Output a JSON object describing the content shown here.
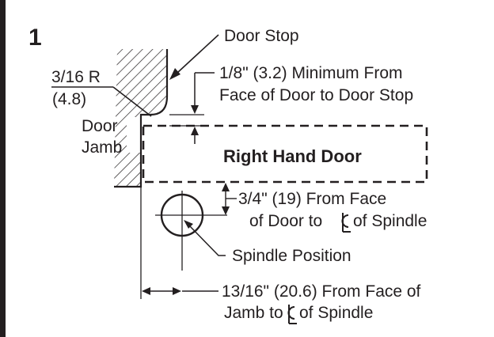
{
  "step_number": "1",
  "labels": {
    "door_stop": "Door Stop",
    "radius_top": "3/16 R",
    "radius_bottom": "(4.8)",
    "door_jamb_1": "Door",
    "door_jamb_2": "Jamb",
    "clearance_1": "1/8\" (3.2) Minimum From",
    "clearance_2": "Face of Door to Door Stop",
    "door_title": "Right Hand Door",
    "spindle_face_1": "3/4\" (19) From Face",
    "spindle_face_2": "of Door to",
    "spindle_face_3": "of Spindle",
    "spindle_position": "Spindle Position",
    "jamb_1": "13/16\" (20.6) From Face of",
    "jamb_2": "Jamb to",
    "jamb_3": "of Spindle"
  },
  "icons": [
    "centerline-symbol-icon",
    "centerline-symbol-icon"
  ],
  "colors": {
    "ink": "#231f20",
    "background": "#ffffff"
  }
}
